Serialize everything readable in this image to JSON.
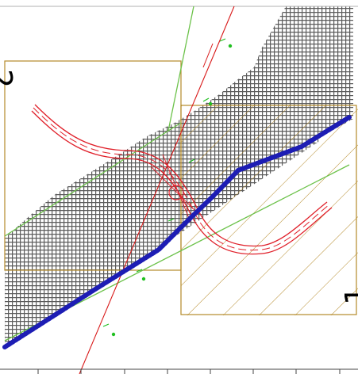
{
  "sheets": [
    {
      "id": "sheet-1",
      "label": "1"
    },
    {
      "id": "sheet-2",
      "label": "2"
    }
  ],
  "colors": {
    "grid_fill": "#5b5b5b",
    "grid_bg": "#ffffff",
    "blue_road": "#1d1db4",
    "red_road": "#e0202a",
    "hatch": "#b58a2a",
    "frame": "#b58a2a",
    "green_line": "#6cc24a",
    "red_line": "#d81818",
    "marker": "#20c020"
  },
  "rulers": {
    "bottom_ticks": 9
  }
}
